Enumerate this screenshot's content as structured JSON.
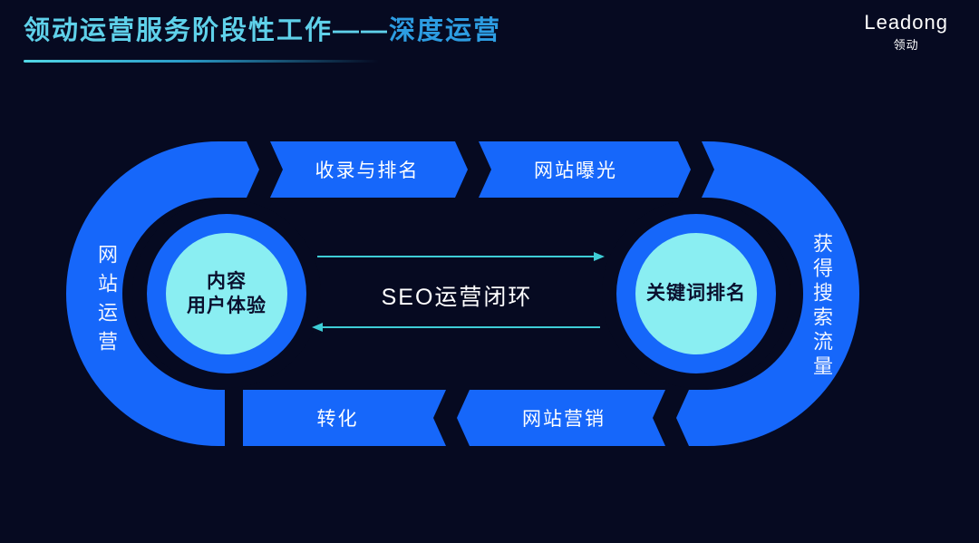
{
  "slide": {
    "background": "#060a21",
    "accent_blue": "#1667fa",
    "accent_cyan": "#8aeef2",
    "arrow_teal": "#3ecdd6",
    "title_color_1": "#5fd1ea",
    "title_color_2": "#2d9de2"
  },
  "header": {
    "title_part1": "领动运营服务阶段性工作——",
    "title_part2": "深度运营",
    "logo": {
      "name": "Leadong",
      "sub": "领动"
    }
  },
  "diagram": {
    "center_label": "SEO运营闭环",
    "left_band_label": "网站运营",
    "right_band_label": "获得搜索流量",
    "top_flow": [
      {
        "label": "收录与排名"
      },
      {
        "label": "网站曝光"
      }
    ],
    "bottom_flow": [
      {
        "label": "转化"
      },
      {
        "label": "网站营销"
      }
    ],
    "left_node": {
      "line1": "内容",
      "line2": "用户体验"
    },
    "right_node": {
      "label": "关键词排名"
    }
  }
}
